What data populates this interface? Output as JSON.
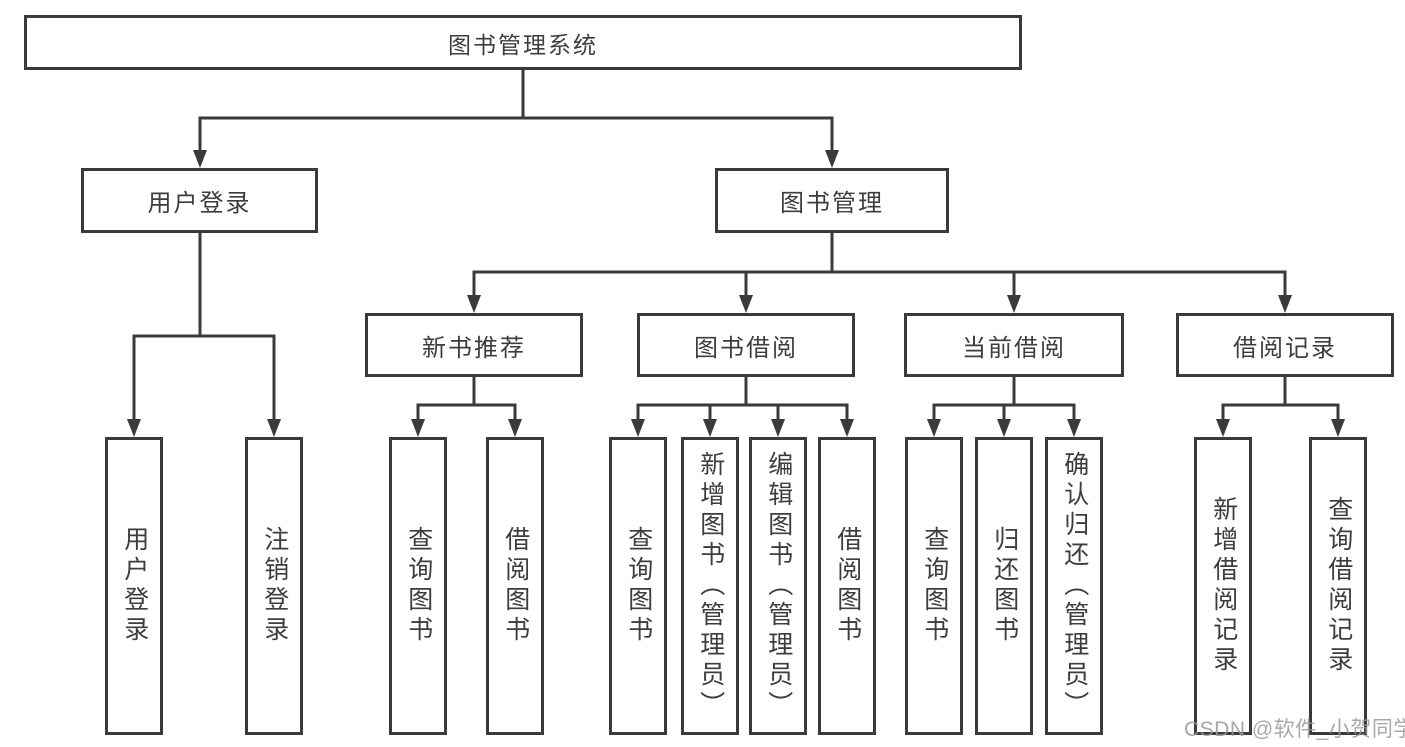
{
  "diagram": {
    "root": {
      "label": "图书管理系统"
    },
    "branches": [
      {
        "label": "用户登录",
        "children": [
          {
            "label": "用户登录"
          },
          {
            "label": "注销登录"
          }
        ]
      },
      {
        "label": "图书管理",
        "children": [
          {
            "label": "新书推荐",
            "children": [
              {
                "label": "查询图书"
              },
              {
                "label": "借阅图书"
              }
            ]
          },
          {
            "label": "图书借阅",
            "children": [
              {
                "label": "查询图书"
              },
              {
                "label": "新增图书（管理员）"
              },
              {
                "label": "编辑图书（管理员）"
              },
              {
                "label": "借阅图书"
              }
            ]
          },
          {
            "label": "当前借阅",
            "children": [
              {
                "label": "查询图书"
              },
              {
                "label": "归还图书"
              },
              {
                "label": "确认归还（管理员）"
              }
            ]
          },
          {
            "label": "借阅记录",
            "children": [
              {
                "label": "新增借阅记录"
              },
              {
                "label": "查询借阅记录"
              }
            ]
          }
        ]
      }
    ]
  },
  "watermark": {
    "text": "CSDN @软件_小贺同学"
  },
  "colors": {
    "line": "#3a3a3a",
    "text": "#3d3d3d",
    "box_background": "#ffffff",
    "watermark": "#9a9a9a"
  }
}
